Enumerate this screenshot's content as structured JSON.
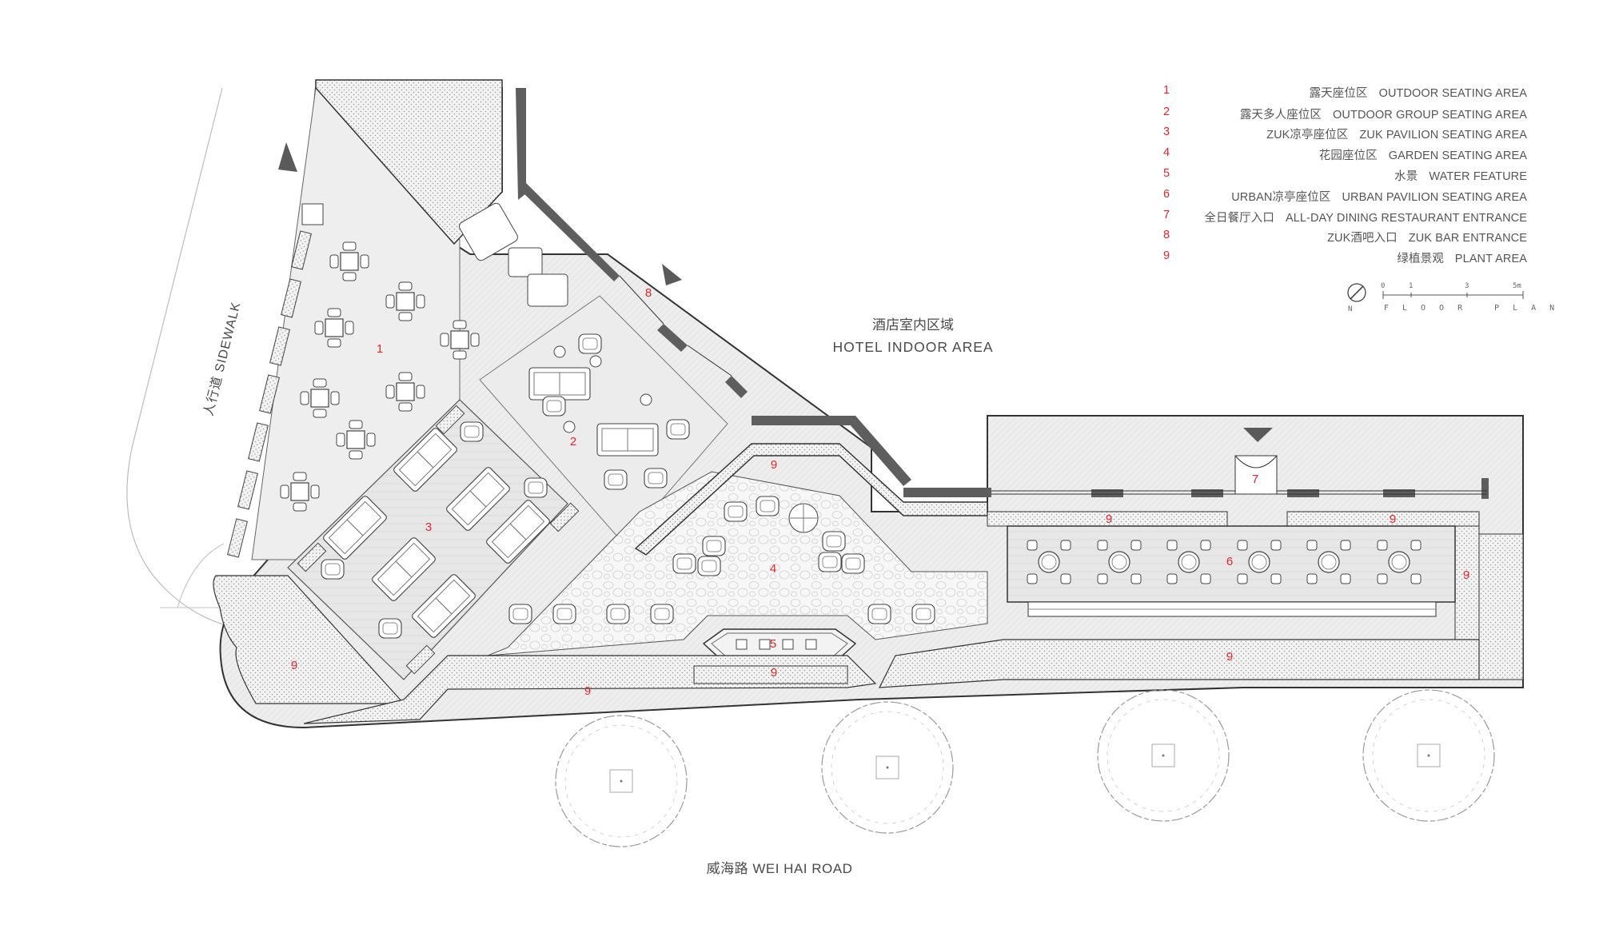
{
  "legend": [
    {
      "num": "1",
      "zh": "露天座位区",
      "en": "OUTDOOR SEATING AREA"
    },
    {
      "num": "2",
      "zh": "露天多人座位区",
      "en": "OUTDOOR GROUP SEATING AREA"
    },
    {
      "num": "3",
      "zh": "ZUK凉亭座位区",
      "en": "ZUK PAVILION SEATING AREA"
    },
    {
      "num": "4",
      "zh": "花园座位区",
      "en": "GARDEN SEATING AREA"
    },
    {
      "num": "5",
      "zh": "水景",
      "en": "WATER FEATURE"
    },
    {
      "num": "6",
      "zh": "URBAN凉亭座位区",
      "en": "URBAN PAVILION SEATING AREA"
    },
    {
      "num": "7",
      "zh": "全日餐厅入口",
      "en": "ALL-DAY DINING RESTAURANT ENTRANCE"
    },
    {
      "num": "8",
      "zh": "ZUK酒吧入口",
      "en": "ZUK BAR ENTRANCE"
    },
    {
      "num": "9",
      "zh": "绿植景观",
      "en": "PLANT AREA"
    }
  ],
  "scale": {
    "ticks": [
      "0",
      "1",
      "3",
      "5m"
    ],
    "caption": "FLOOR PLAN",
    "north": "N"
  },
  "labels": {
    "hotel_zh": "酒店室内区域",
    "hotel_en": "HOTEL INDOOR AREA",
    "sidewalk": "人行道 SIDEWALK",
    "road": "威海路  WEI HAI ROAD"
  },
  "area_numbers": {
    "a1": "1",
    "a2": "2",
    "a3": "3",
    "a4": "4",
    "a5": "5",
    "a6": "6",
    "a7": "7",
    "a8": "8",
    "p1": "9",
    "p2": "9",
    "p3": "9",
    "p4": "9",
    "p5": "9",
    "p6": "9",
    "p7": "9",
    "p8": "9"
  },
  "colors": {
    "accent": "#e4252b",
    "line": "#333333",
    "wall": "#555555",
    "paving": "#ebebeb"
  }
}
